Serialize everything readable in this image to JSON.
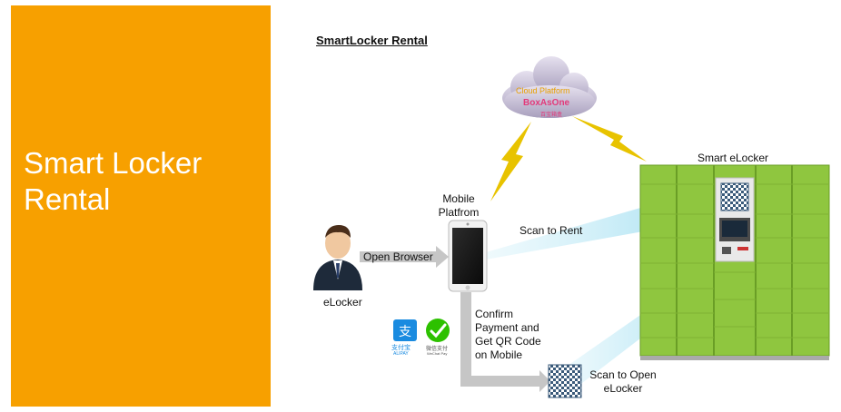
{
  "slide": {
    "panel_title_line1": "Smart Locker",
    "panel_title_line2": "Rental",
    "panel_color": "#f7a000"
  },
  "diagram": {
    "title": "SmartLocker Rental",
    "cloud": {
      "label": "Cloud Platform",
      "brand": "BoxAsOne",
      "brand_sub": "百宝箱盒"
    },
    "smart_locker_label": "Smart eLocker",
    "mobile_label_line1": "Mobile",
    "mobile_label_line2": "Platfrom",
    "user_label": "eLocker",
    "open_browser": "Open Browser",
    "scan_to_rent": "Scan to Rent",
    "confirm_line1": "Confirm",
    "confirm_line2": "Payment and",
    "confirm_line3": "Get QR Code",
    "confirm_line4": "on Mobile",
    "scan_open_line1": "Scan to Open",
    "scan_open_line2": "eLocker",
    "alipay_glyph": "支",
    "alipay_label": "支付宝",
    "alipay_sub": "ALIPAY",
    "wechat_label": "微信支付",
    "wechat_sub": "WeChat Pay",
    "locker_color": "#8fc63f"
  }
}
